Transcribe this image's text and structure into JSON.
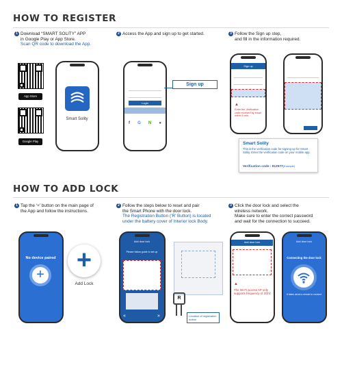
{
  "register": {
    "title": "HOW TO REGISTER",
    "step1": {
      "number": "1",
      "line1": "Download “SMART SOLITY” APP",
      "line2": "in Google Play or App Store.",
      "line3": "Scan QR code to download the App."
    },
    "step2": {
      "number": "2",
      "line1": "Access the App and sign up to get started."
    },
    "step3": {
      "number": "3",
      "line1": "Follow the Sign up step,",
      "line2": "and fill in the information required."
    },
    "app_store": "App Store",
    "google_play": "Google Play",
    "app_name": "Smart Solity",
    "signup_button": "Sign up",
    "login_button": "Login",
    "signup_header": "Sign up",
    "warning_note": "Enter the Verification code received by email within 5 min.",
    "email_card": {
      "title": "Smart Solity",
      "body": "This is the verification code for signing up for Smart Solity. Enter the verification code on your mobile app.",
      "code_label": "Verification code : 812977",
      "code_note": "(Example)"
    }
  },
  "add_lock": {
    "title": "HOW TO ADD LOCK",
    "step1": {
      "number": "1",
      "line1": "Tap the ‘+’ button on the main page of",
      "line2": "the App and follow the instructions."
    },
    "step2": {
      "number": "2",
      "line1": "Follow the steps below to reset and pair",
      "line2": "the Smart Phone with the door lock.",
      "line3": "The Registration Button (‘R’ Button) is located",
      "line4": "under the battery cover of Interior lock Body."
    },
    "step3": {
      "number": "3",
      "line1": "Click the door lock and select the",
      "line2": "wireless network.",
      "line3": "Make sure to enter the correct password",
      "line4": "and wait for the connection to succeed."
    },
    "no_device": "No device paired",
    "add_lock_label": "Add Lock",
    "add_door_lock": "Add door lock",
    "please_follow": "Please follow guide to set up",
    "location_label": "Location of registration button",
    "wifi_note": "The Wi-Fi access AP only supports frequency of 2Ghz",
    "connecting": "Connecting the door lock",
    "connecting_small": "It takes about a minute to connect"
  },
  "colors": {
    "brand_blue": "#1e5fa8",
    "app_blue": "#2666c3",
    "text": "#222222",
    "warning": "#d62b2b"
  }
}
